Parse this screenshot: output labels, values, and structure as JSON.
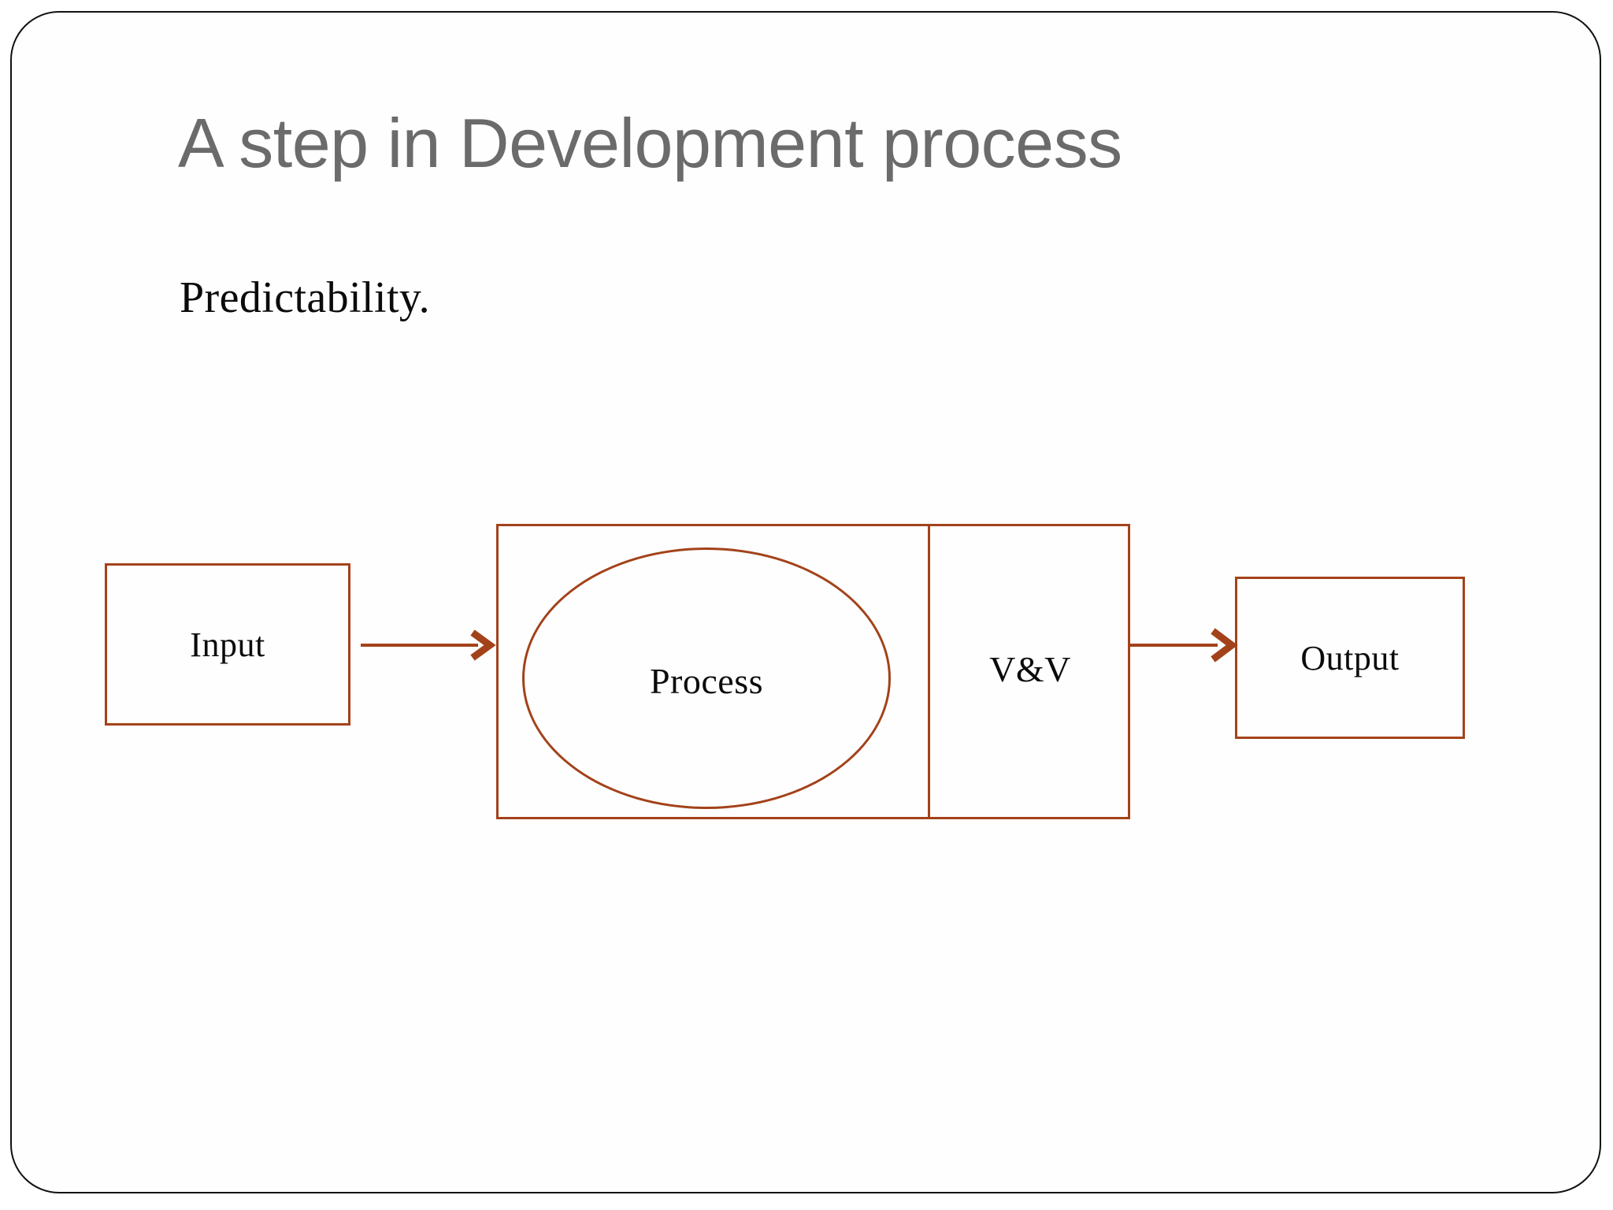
{
  "slide": {
    "title": "A step in Development process",
    "subtitle": "Predictability.",
    "accent_color": "#A3421A",
    "title_color": "#6b6b6b",
    "text_color": "#0b0b0b",
    "background_color": "#ffffff",
    "frame_color": "#111111"
  },
  "diagram": {
    "type": "flow",
    "nodes": [
      {
        "id": "input",
        "label": "Input",
        "shape": "rectangle"
      },
      {
        "id": "process",
        "label": "Process",
        "shape": "ellipse"
      },
      {
        "id": "vv",
        "label": "V&V",
        "shape": "rectangle"
      },
      {
        "id": "output",
        "label": "Output",
        "shape": "rectangle"
      }
    ],
    "edges": [
      {
        "from": "input",
        "to": "process",
        "style": "arrow"
      },
      {
        "from": "vv",
        "to": "output",
        "style": "arrow"
      }
    ],
    "container_label": "process-and-vv-container"
  }
}
